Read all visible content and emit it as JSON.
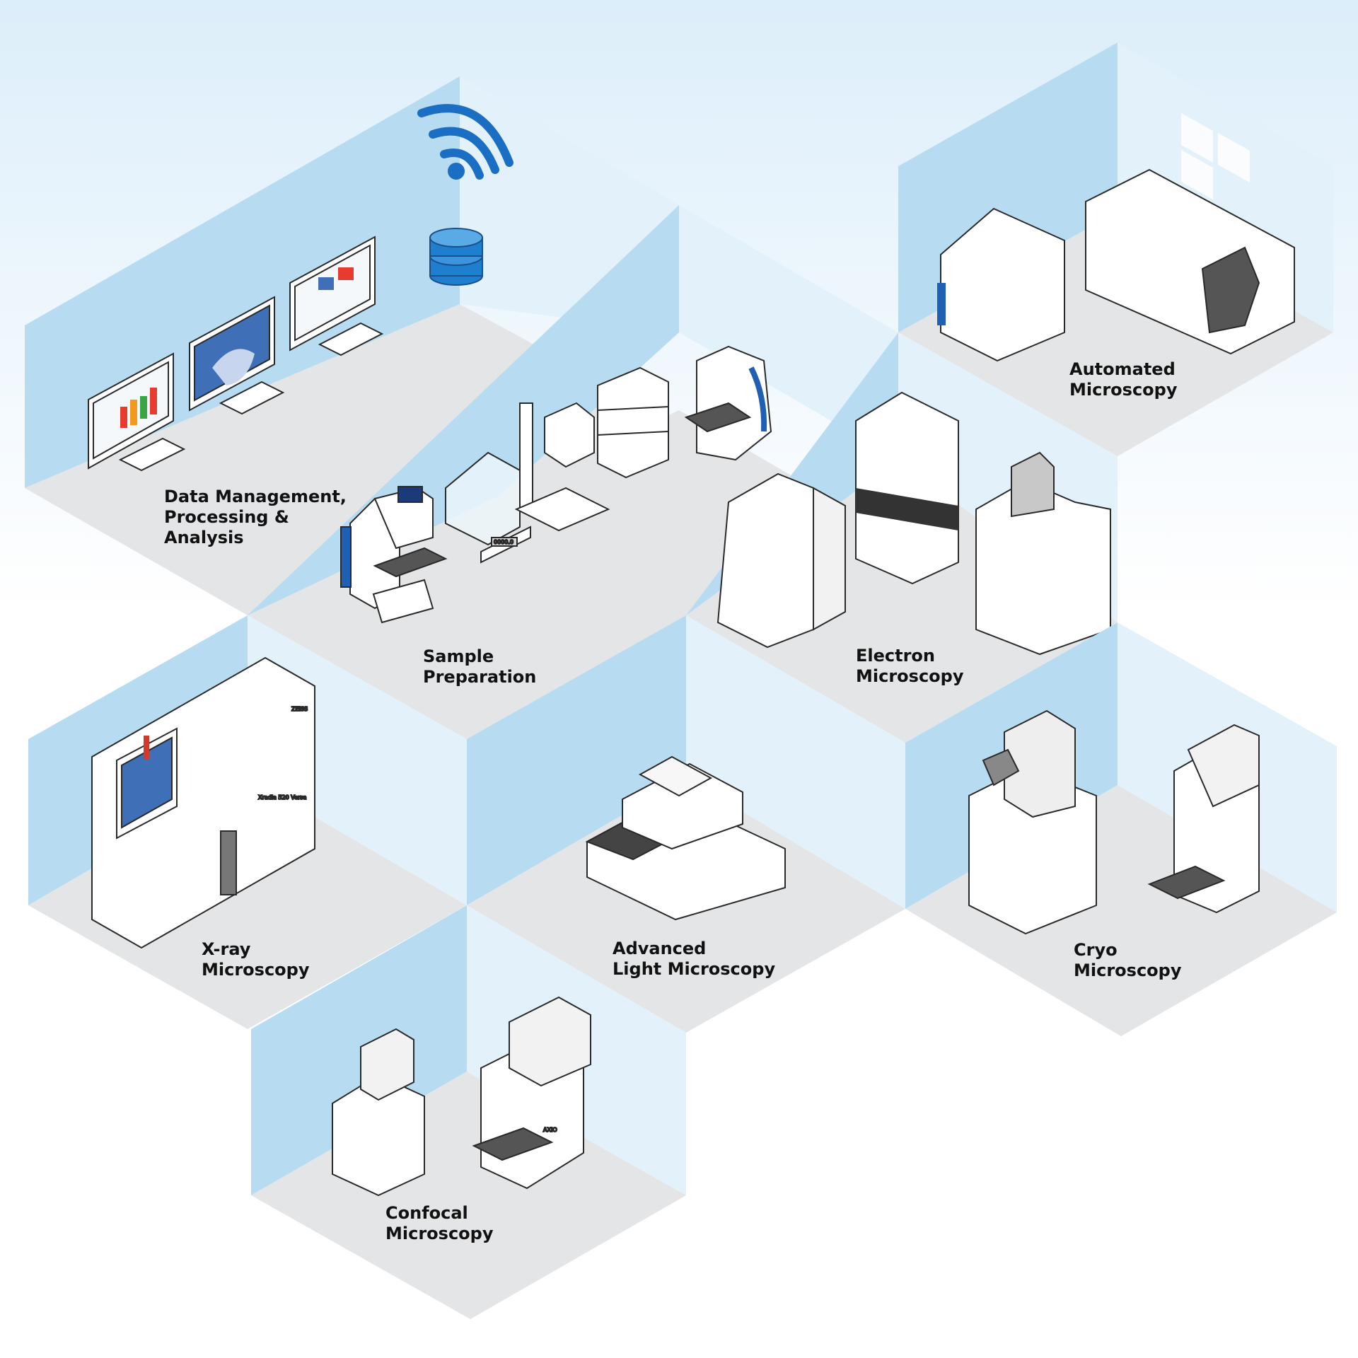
{
  "colors": {
    "background_top": "#e6f3fb",
    "wall_light": "#e3f1fa",
    "wall_dark": "#b7dcf2",
    "floor": "#e4e5e6",
    "accent": "#0b6fc2",
    "outline": "#2a2a2a"
  },
  "rooms": [
    {
      "id": "data",
      "label_lines": [
        "Data Management,",
        "Processing &",
        "Analysis"
      ],
      "icons": [
        "monitor-icon",
        "database-icon",
        "wifi-icon"
      ]
    },
    {
      "id": "sample",
      "label_lines": [
        "Sample",
        "Preparation"
      ],
      "icons": [
        "microscope-icon",
        "balance-icon",
        "stereo-microscope-icon",
        "rack-icon"
      ]
    },
    {
      "id": "automated",
      "label_lines": [
        "Automated",
        "Microscopy"
      ],
      "icons": [
        "instrument-cabinet-icon"
      ]
    },
    {
      "id": "electron",
      "label_lines": [
        "Electron",
        "Microscopy"
      ],
      "icons": [
        "electron-microscope-icon"
      ]
    },
    {
      "id": "xray",
      "label_lines": [
        "X-ray",
        "Microscopy"
      ],
      "icons": [
        "xray-cabinet-icon"
      ]
    },
    {
      "id": "advanced",
      "label_lines": [
        "Advanced",
        "Light Microscopy"
      ],
      "icons": [
        "lightsheet-instrument-icon"
      ]
    },
    {
      "id": "cryo",
      "label_lines": [
        "Cryo",
        "Microscopy"
      ],
      "icons": [
        "fib-sem-icon",
        "inverted-microscope-icon"
      ]
    },
    {
      "id": "confocal",
      "label_lines": [
        "Confocal",
        "Microscopy"
      ],
      "icons": [
        "confocal-microscope-icon"
      ]
    }
  ],
  "devices": {
    "balance_display": "0000.0",
    "xray_model": "Xradia 520 Versa",
    "brand_badge": "ZEISS",
    "axio_badge": "AXIO"
  }
}
